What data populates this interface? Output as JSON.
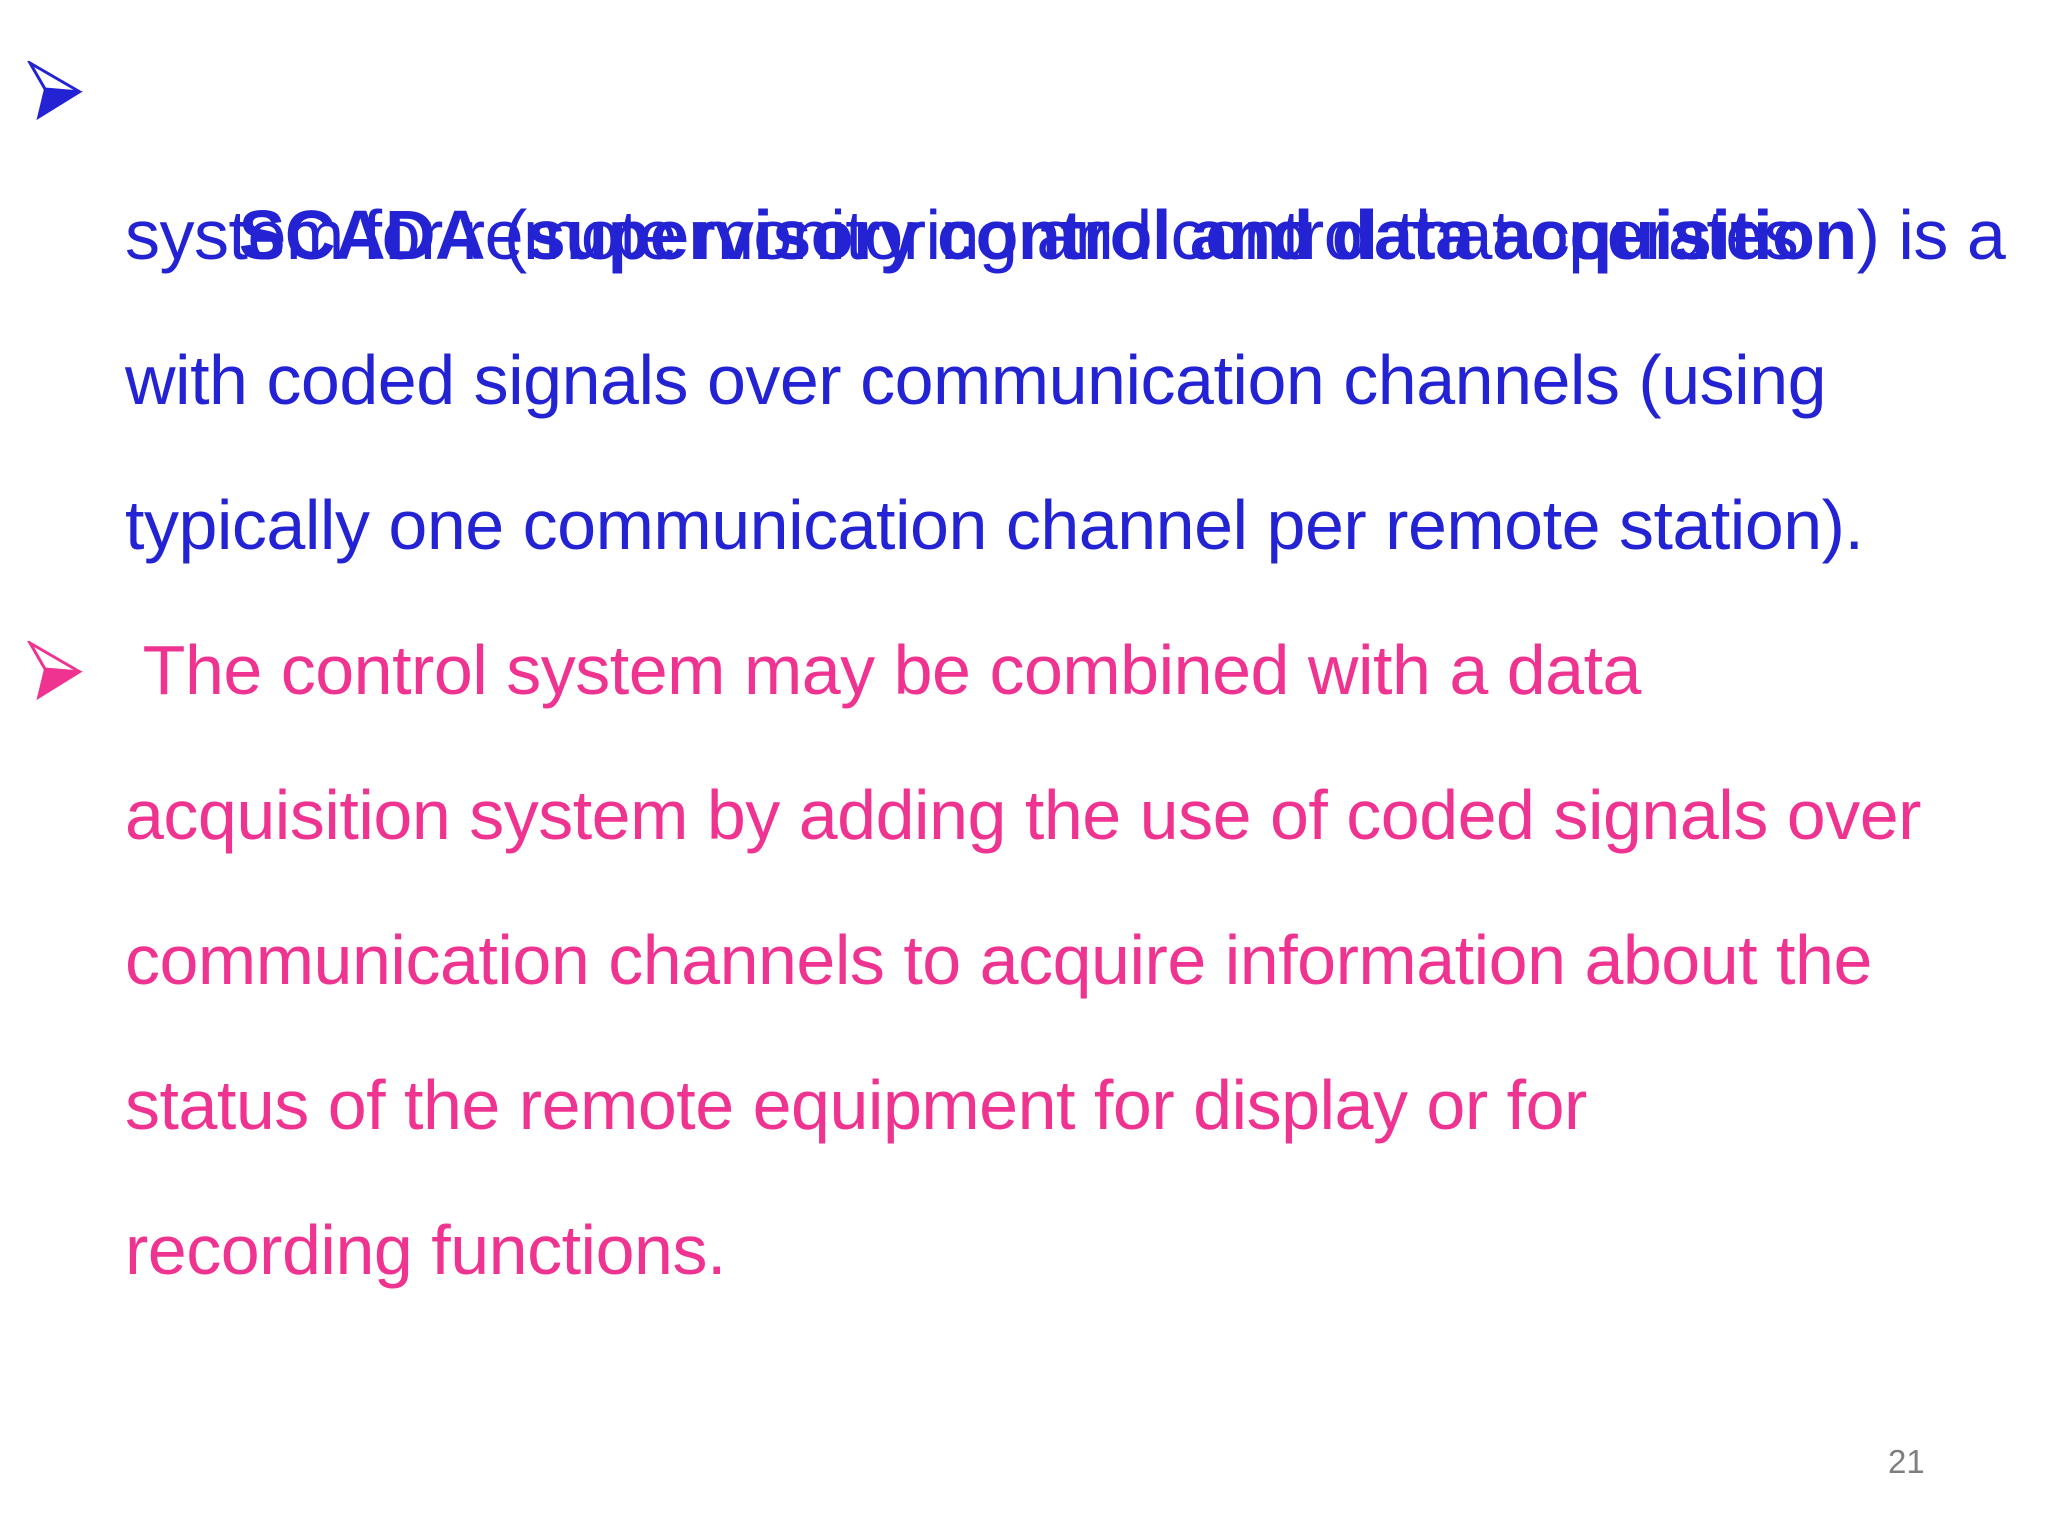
{
  "slide": {
    "colors": {
      "bullet1_text": "#2323d3",
      "bullet2_text": "#ef3390",
      "page_number_gray": "#7f7f7f",
      "background": "#ffffff"
    },
    "bullet1": {
      "line1": {
        "scada": "SCADA",
        "open_paren": " (",
        "bold_phrase": "supervisory control and data acquisition",
        "tail": ") is a"
      },
      "line2": "system for remote monitoring and control that operates",
      "line3": "with coded signals over communication channels (using",
      "line4": "typically one communication channel per remote station)."
    },
    "bullet2": {
      "line1": " The control system may be combined with a data",
      "line2": "acquisition system by adding the use of coded signals over",
      "line3": "communication channels to acquire information about the",
      "line4": "status of the remote equipment for display or for",
      "line5": "recording functions."
    },
    "page_number": "21"
  }
}
